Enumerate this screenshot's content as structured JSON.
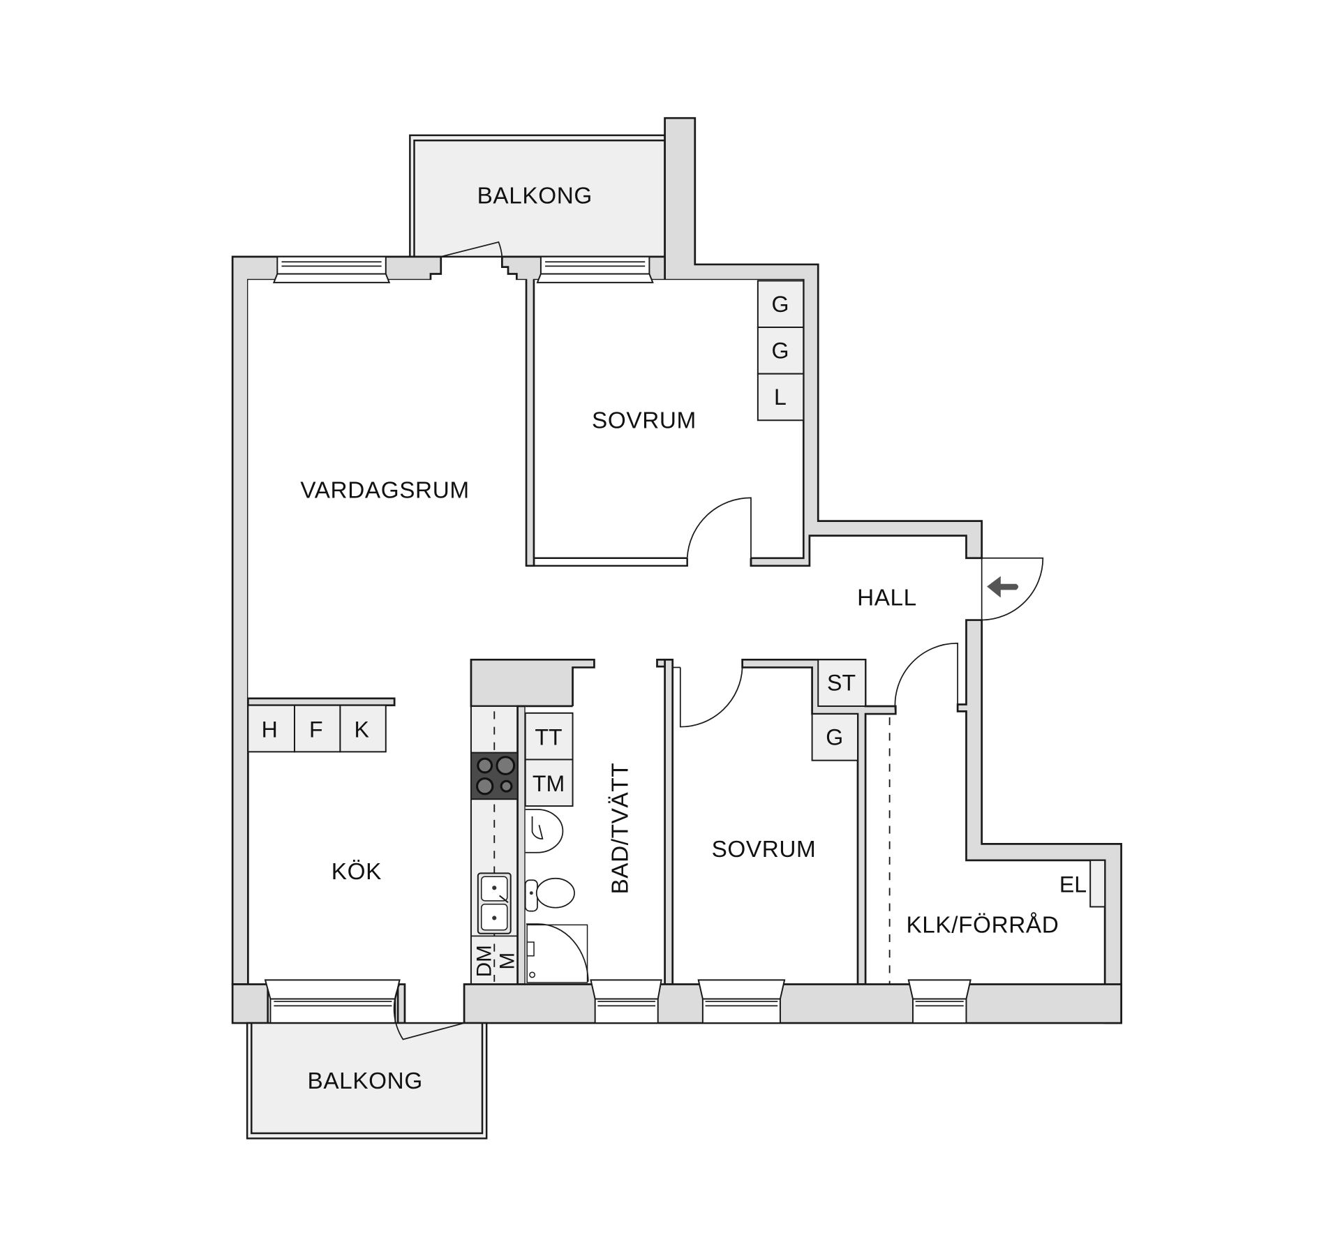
{
  "plan": {
    "rooms": {
      "balkong_top": "BALKONG",
      "vardagsrum": "VARDAGSRUM",
      "sovrum_top": "SOVRUM",
      "hall": "HALL",
      "kok": "KÖK",
      "bad_tvatt": "BAD/TVÄTT",
      "sovrum_bottom": "SOVRUM",
      "klk_forrad": "KLK/FÖRRÅD",
      "balkong_bottom": "BALKONG"
    },
    "fixtures": {
      "wardrobe_1": "G",
      "wardrobe_2": "G",
      "linen": "L",
      "hood": "H",
      "freezer": "F",
      "fridge": "K",
      "dryer": "TT",
      "washer": "TM",
      "dishwasher": "DM",
      "microwave": "M",
      "storage": "ST",
      "wardrobe_3": "G",
      "electrical": "EL"
    },
    "entrance_icon": "arrow-left",
    "colors": {
      "wall": "#dcdcdc",
      "fixture": "#efefef",
      "stove": "#4a4a4a",
      "line": "#1a1a1a"
    }
  }
}
